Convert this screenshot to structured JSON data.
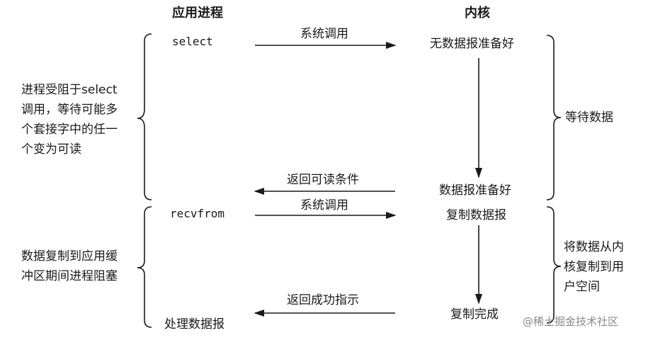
{
  "headers": {
    "app_process": "应用进程",
    "kernel": "内核"
  },
  "app_steps": {
    "select": "select",
    "recvfrom": "recvfrom",
    "process_datagram": "处理数据报"
  },
  "arrow_labels": {
    "syscall_1": "系统调用",
    "return_readable": "返回可读条件",
    "syscall_2": "系统调用",
    "return_success": "返回成功指示"
  },
  "kernel_steps": {
    "no_datagram_ready": "无数据报准备好",
    "datagram_ready": "数据报准备好",
    "copy_datagram": "复制数据报",
    "copy_complete": "复制完成"
  },
  "left_notes": {
    "blocked_in_select": [
      "进程受阻于select",
      "调用，等待可能多",
      "个套接字中的任一",
      "个变为可读"
    ],
    "blocked_in_copy": [
      "数据复制到应用缓",
      "冲区期间进程阻塞"
    ]
  },
  "right_notes": {
    "wait_for_data": "等待数据",
    "copy_to_user": [
      "将数据从内",
      "核复制到用",
      "户空间"
    ]
  },
  "watermark": "@稀土掘金技术社区"
}
